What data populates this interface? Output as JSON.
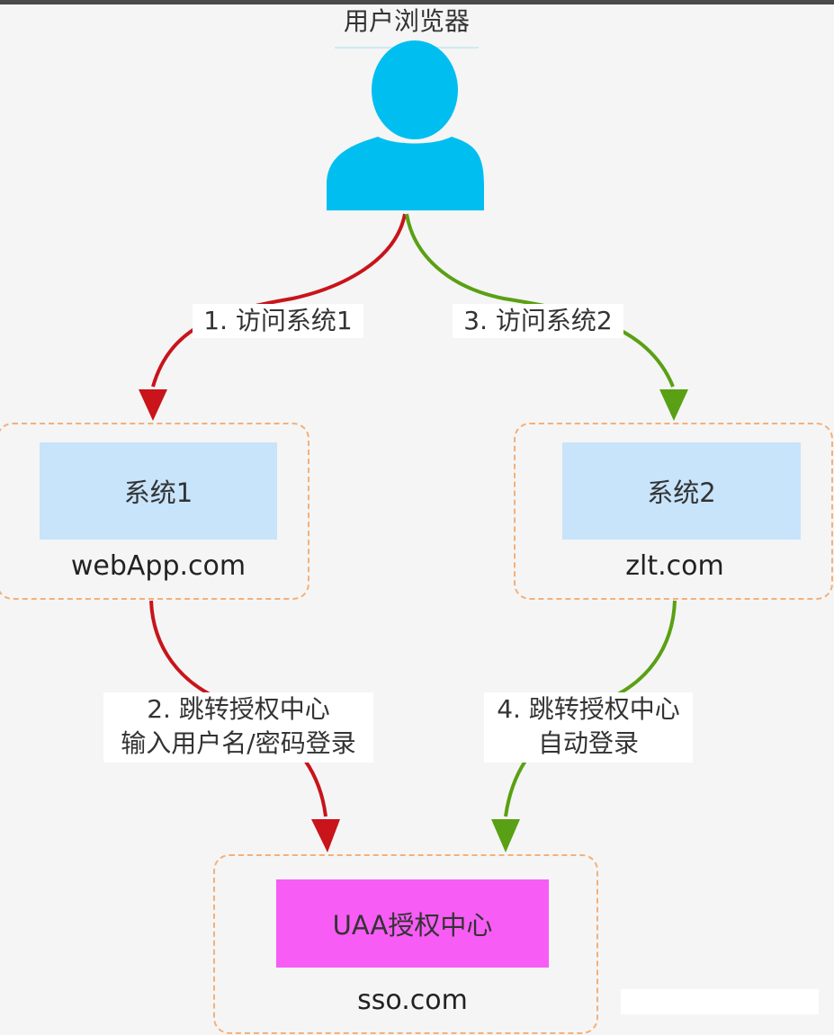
{
  "title": "用户浏览器",
  "user_icon": "user-person-icon",
  "colors": {
    "user_icon": "#00bff0",
    "red_path": "#c8141a",
    "green_path": "#5aa014",
    "box_border": "#f3b07a",
    "system_box": "#c7e4fb",
    "uaa_box": "#f75cf5"
  },
  "steps": {
    "step1": "1. 访问系统1",
    "step3": "3. 访问系统2",
    "step2_line1": "2. 跳转授权中心",
    "step2_line2": "输入用户名/密码登录",
    "step4_line1": "4. 跳转授权中心",
    "step4_line2": "自动登录"
  },
  "system1": {
    "name": "系统1",
    "domain": "webApp.com"
  },
  "system2": {
    "name": "系统2",
    "domain": "zlt.com"
  },
  "uaa": {
    "name": "UAA授权中心",
    "domain": "sso.com"
  }
}
